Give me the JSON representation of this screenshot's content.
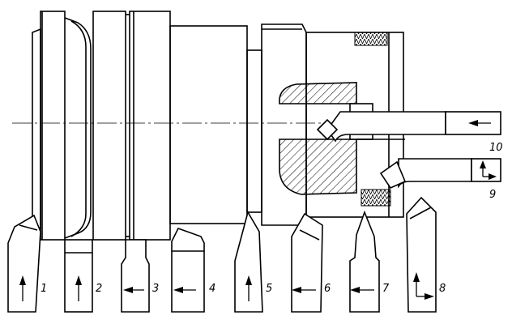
{
  "diagram": {
    "tool_labels": [
      "1",
      "2",
      "3",
      "4",
      "5",
      "6",
      "7",
      "8",
      "9",
      "10"
    ]
  }
}
